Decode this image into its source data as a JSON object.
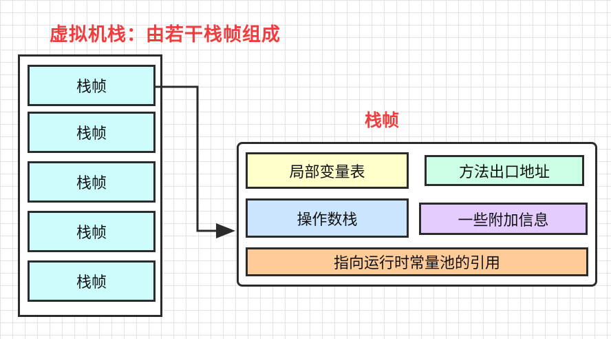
{
  "title": "虚拟机栈：由若干栈帧组成",
  "stack": {
    "frames": [
      "栈帧",
      "栈帧",
      "栈帧",
      "栈帧",
      "栈帧"
    ]
  },
  "frame_detail": {
    "label": "栈帧",
    "parts": {
      "local_vars": "局部变量表",
      "return_address": "方法出口地址",
      "operand_stack": "操作数栈",
      "extra_info": "一些附加信息",
      "constant_pool_ref": "指向运行时常量池的引用"
    },
    "colors": {
      "local_vars": "#ffffcc",
      "return_address": "#ccffe6",
      "operand_stack": "#cce5ff",
      "extra_info": "#e5ccff",
      "constant_pool_ref": "#ffcc99",
      "stack_frame": "#ccfcfc",
      "title": "#f03c3c"
    }
  }
}
